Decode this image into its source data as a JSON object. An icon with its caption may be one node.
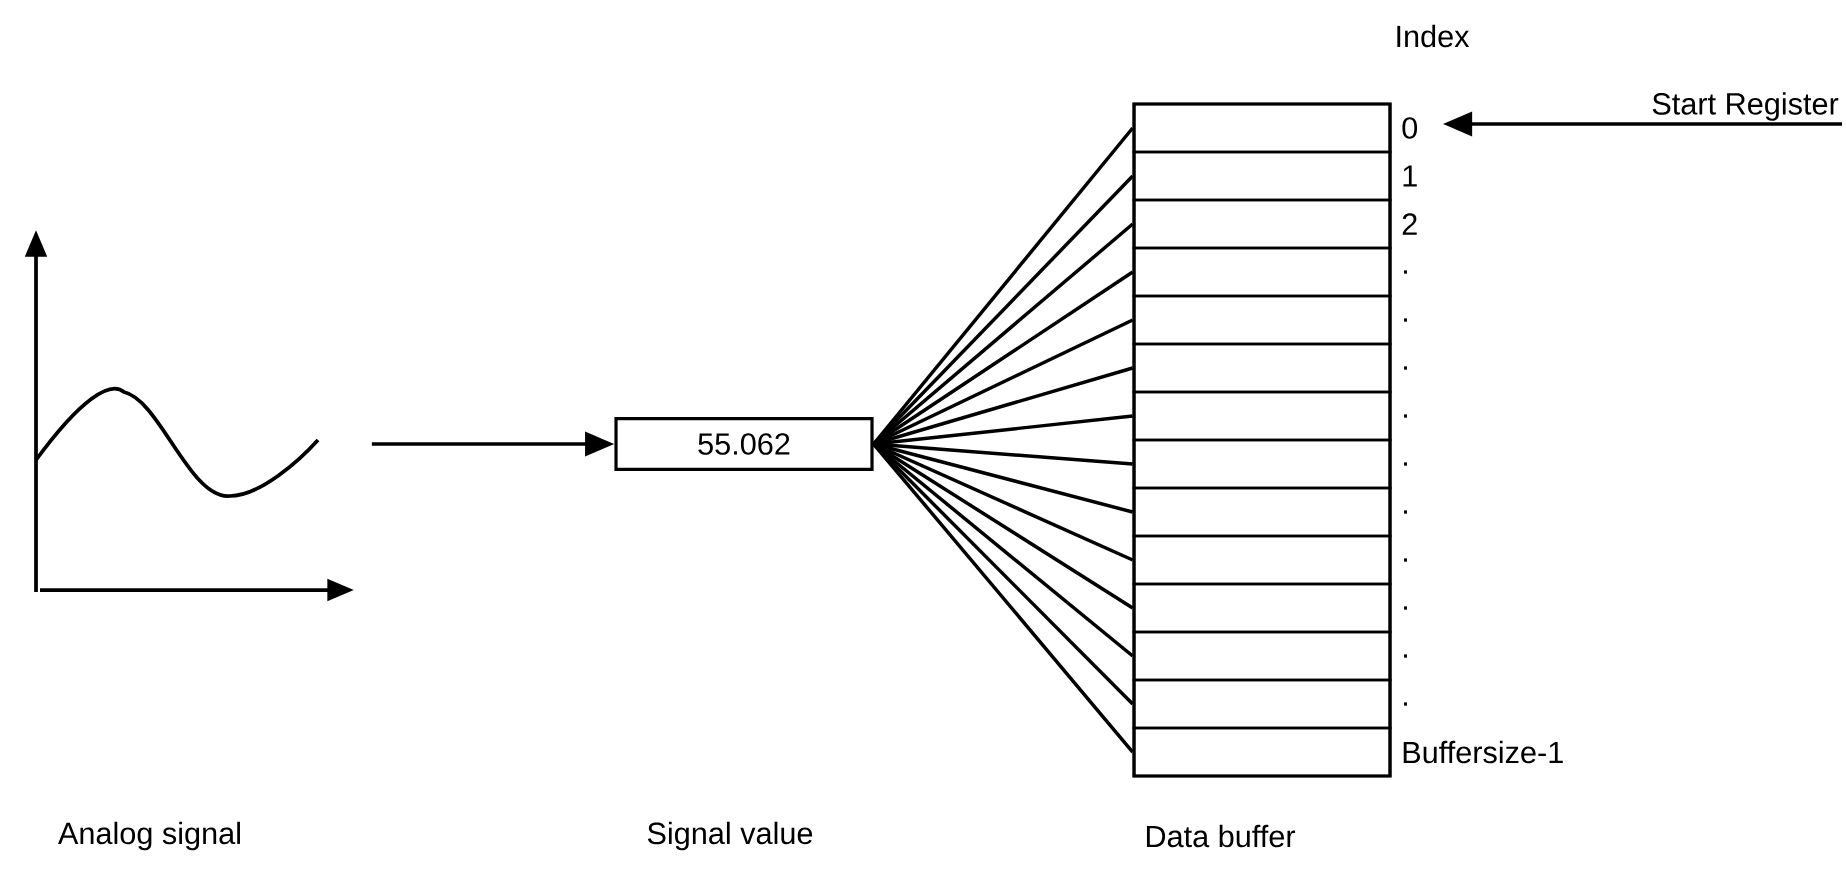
{
  "diagram": {
    "nodes": [
      {
        "text": [],
        "shape": "picture"
      },
      {
        "text": [
          "55.062"
        ]
      },
      {
        "text": [],
        "shape": "box"
      },
      {
        "text": [],
        "shape": "box",
        "in": 2
      },
      {
        "text": [],
        "shape": "box",
        "in": 2
      },
      {
        "text": [],
        "shape": "box",
        "in": 2
      },
      {
        "text": [],
        "shape": "box",
        "in": 2
      },
      {
        "text": [],
        "shape": "box",
        "in": 2
      },
      {
        "text": [],
        "shape": "box",
        "in": 2
      },
      {
        "text": [],
        "shape": "box",
        "in": 2
      },
      {
        "text": [],
        "shape": "box",
        "in": 2
      },
      {
        "text": [],
        "shape": "box",
        "in": 2
      },
      {
        "text": [],
        "shape": "box",
        "in": 2
      },
      {
        "text": [],
        "shape": "box",
        "in": 2
      },
      {
        "text": [],
        "shape": "box",
        "in": 2
      },
      {
        "text": [],
        "shape": "box",
        "in": 2
      },
      {
        "text": [],
        "shape": "box",
        "in": 2
      },
      {
        "text": [
          "0"
        ]
      },
      {
        "text": [
          "Start Register"
        ]
      }
    ],
    "edges": [
      {
        "from": 0,
        "to": 1,
        "arrow": "to"
      },
      {
        "from": 1,
        "to": 3,
        "arrow": "none"
      },
      {
        "from": 1,
        "to": 4,
        "arrow": "none"
      },
      {
        "from": 1,
        "to": 5,
        "arrow": "none"
      },
      {
        "from": 1,
        "to": 6,
        "arrow": "none"
      },
      {
        "from": 1,
        "to": 7,
        "arrow": "none"
      },
      {
        "from": 1,
        "to": 8,
        "arrow": "none"
      },
      {
        "from": 1,
        "to": 9,
        "arrow": "none"
      },
      {
        "from": 1,
        "to": 10,
        "arrow": "none"
      },
      {
        "from": 1,
        "to": 11,
        "arrow": "none"
      },
      {
        "from": 1,
        "to": 12,
        "arrow": "none"
      },
      {
        "from": 1,
        "to": 13,
        "arrow": "none"
      },
      {
        "from": 1,
        "to": 14,
        "arrow": "none"
      },
      {
        "from": 1,
        "to": 15,
        "arrow": "none"
      },
      {
        "from": 1,
        "to": 16,
        "arrow": "none"
      },
      {
        "from": 18,
        "to": 17,
        "arrow": "to"
      }
    ],
    "labels": [
      "Index",
      "1",
      "2",
      ".",
      ".",
      ".",
      ".",
      ".",
      ".",
      ".",
      ".",
      ".",
      ".",
      "Buffersize-1",
      "Analog signal",
      "Signal value",
      "Data buffer"
    ]
  }
}
